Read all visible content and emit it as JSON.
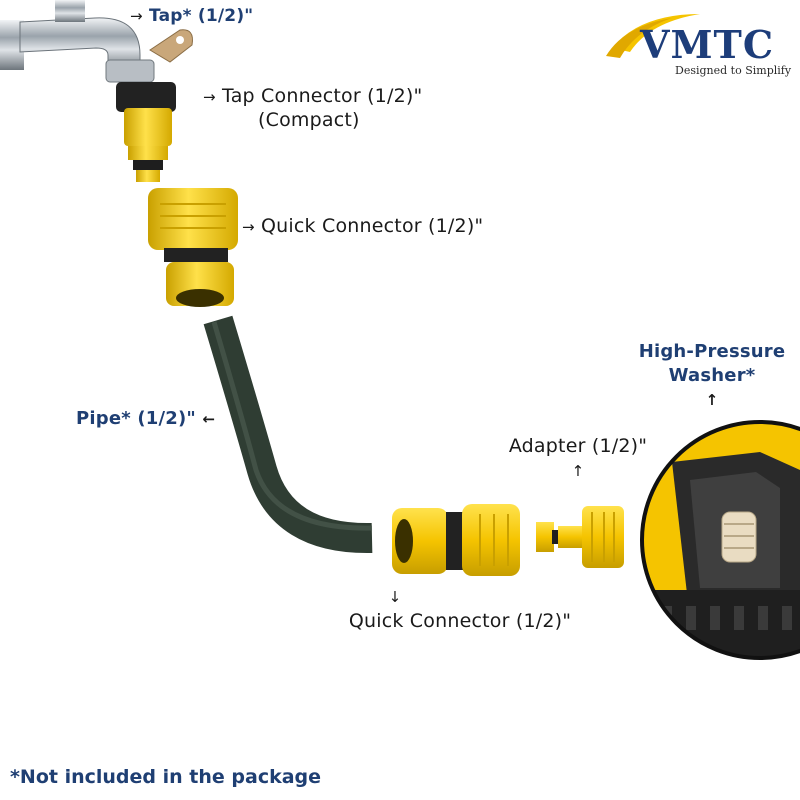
{
  "brand": {
    "logo_text": "VMTC",
    "tagline": "Designed to Simplify",
    "primary_color": "#1d3d7a",
    "accent_color": "#f5c400"
  },
  "labels": {
    "tap": "Tap* (1/2)\"",
    "tap_connector_line1": "Tap Connector  (1/2)\"",
    "tap_connector_line2": "(Compact)",
    "quick_connector_top": "Quick Connector (1/2)\"",
    "pipe": "Pipe* (1/2)\"",
    "high_pressure_line1": "High-Pressure",
    "high_pressure_line2": "Washer*",
    "adapter": "Adapter (1/2)\"",
    "quick_connector_bottom": "Quick Connector (1/2)\""
  },
  "icons": {
    "arrow_right": "→",
    "arrow_left": "←",
    "arrow_up": "↑",
    "arrow_down": "↓"
  },
  "footnote": "*Not included in the package"
}
